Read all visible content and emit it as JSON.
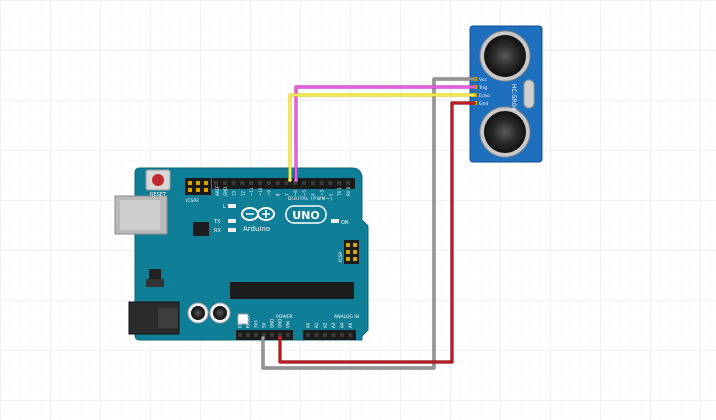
{
  "colors": {
    "background": "#ffffff",
    "grid": "#e6e6e6",
    "board": "#0f7f98",
    "board_edge": "#0b6478",
    "sensor_board": "#1f6fbf",
    "wire_magenta": "#e04ad6",
    "wire_yellow": "#f2e635",
    "wire_gray": "#8c8c8c",
    "wire_red": "#b0141a"
  },
  "arduino": {
    "reset_label": "RESET",
    "icsp2_label": "ICSP2",
    "icsp_label": "ICSP",
    "aref_label": "AREF",
    "gnd_label": "GND",
    "l_label": "L",
    "tx_label": "TX",
    "rx_label": "RX",
    "brand": "Arduino",
    "model": "UNO",
    "on_label": "ON",
    "digital_label": "DIGITAL (PWM~)",
    "power_label": "POWER",
    "analog_label": "ANALOG IN",
    "digital_pins": [
      "13",
      "12",
      "~11",
      "~10",
      "~9",
      "8",
      "7",
      "~6",
      "~5",
      "4",
      "~3",
      "2",
      "TX 1",
      "RX 0"
    ],
    "power_pins": [
      "IOREF",
      "RESET",
      "3V3",
      "5V",
      "GND",
      "GND",
      "VIN"
    ],
    "analog_pins": [
      "A0",
      "A1",
      "A2",
      "A3",
      "A4",
      "A5"
    ]
  },
  "sensor": {
    "model": "HC-SR04",
    "pins": [
      "Vcc",
      "Trig",
      "Echo",
      "Gnd"
    ]
  }
}
